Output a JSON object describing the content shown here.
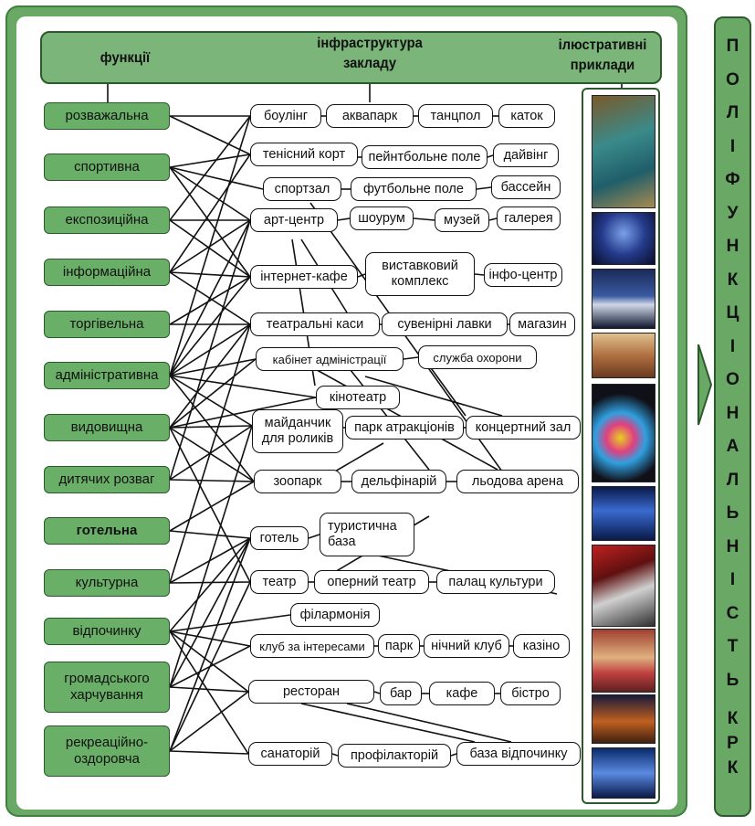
{
  "header": {
    "col_functions": "функції",
    "col_infra_1": "інфраструктура",
    "col_infra_2": "закладу",
    "col_examples_1": "ілюстративні",
    "col_examples_2": "приклади"
  },
  "functions": {
    "f1": "розважальна",
    "f2": "спортивна",
    "f3": "експозиційна",
    "f4": "інформаційна",
    "f5": "торгівельна",
    "f6": "адміністративна",
    "f7": "видовищна",
    "f8": "дитячих розваг",
    "f9": "готельна",
    "f10": "культурна",
    "f11": "відпочинку",
    "f12_1": "громадського",
    "f12_2": "харчування",
    "f13_1": "рекреаційно-",
    "f13_2": "оздоровча"
  },
  "infra": {
    "bowling": "боулінг",
    "aquapark": "аквапарк",
    "dance": "танцпол",
    "rink": "каток",
    "tennis": "тенісний корт",
    "paintball": "пейнтбольне поле",
    "diving": "дайвінг",
    "gym": "спортзал",
    "football": "футбольне поле",
    "pool": "бассейн",
    "artcenter": "арт-центр",
    "showroom": "шоурум",
    "museum": "музей",
    "gallery": "галерея",
    "internet": "інтернет-кафе",
    "expo_1": "виставковий",
    "expo_2": "комплекс",
    "info": "інфо-центр",
    "tickets": "театральні каси",
    "souvenir": "сувенірні лавки",
    "shop": "магазин",
    "admin": "кабінет адміністрації",
    "security": "служба охорони",
    "cinema": "кінотеатр",
    "roller_1": "майданчик",
    "roller_2": "для роликів",
    "attractions": "парк атракціонів",
    "concert": "концертний зал",
    "zoo": "зоопарк",
    "dolphin": "дельфінарій",
    "icearena": "льодова арена",
    "hotel": "готель",
    "tourbase_1": "туристична",
    "tourbase_2": "база",
    "theatre": "театр",
    "opera": "оперний театр",
    "palace": "палац культури",
    "philharmonic": "філармонія",
    "club": "клуб за інтересами",
    "park": "парк",
    "nightclub": "нічний клуб",
    "casino": "казіно",
    "restaurant": "ресторан",
    "bar": "бар",
    "cafe": "кафе",
    "bistro": "бістро",
    "sanatorium": "санаторій",
    "prophylactorium": "профілакторій",
    "restbase": "база відпочинку"
  },
  "vertical": {
    "word1": [
      "П",
      "О",
      "Л",
      "І",
      "Ф",
      "У",
      "Н",
      "К",
      "Ц",
      "І",
      "О",
      "Н",
      "А",
      "Л",
      "Ь",
      "Н",
      "І",
      "С",
      "Т",
      "Ь"
    ],
    "word2": [
      "К",
      "Р",
      "К"
    ]
  },
  "colors": {
    "frame": "#6aa866",
    "header": "#7bb57a",
    "function_box": "#6aaf68",
    "border": "#2c5a2c"
  }
}
